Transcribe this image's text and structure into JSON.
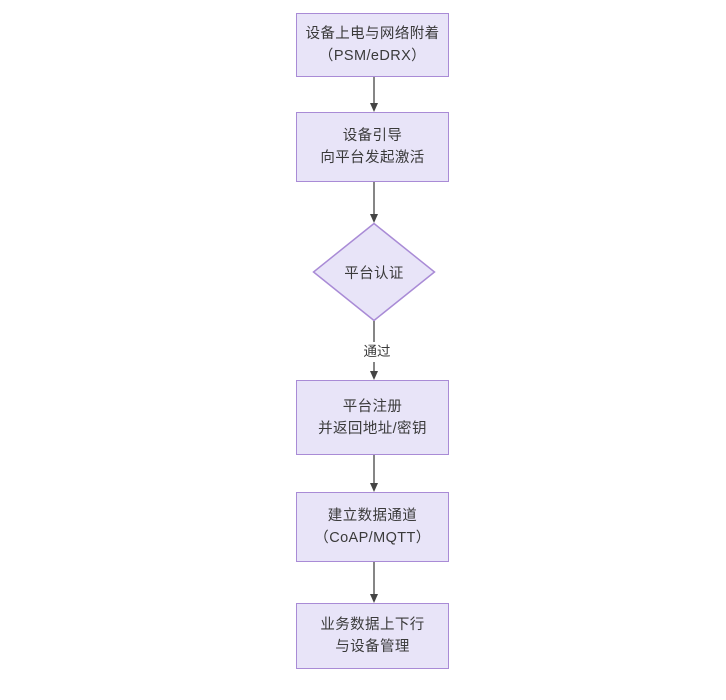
{
  "diagram": {
    "type": "flowchart",
    "orientation": "top-to-bottom",
    "background_color": "#ffffff",
    "node_fill_color": "#e8e4f8",
    "node_border_color": "#a98bd6",
    "text_color": "#3a3a3a",
    "connector_color": "#444444",
    "nodes": [
      {
        "id": "power-on",
        "shape": "rectangle",
        "lines": [
          "设备上电与网络附着",
          "（PSM/eDRX）"
        ]
      },
      {
        "id": "device-bootstrap",
        "shape": "rectangle",
        "lines": [
          "设备引导",
          "向平台发起激活"
        ]
      },
      {
        "id": "platform-auth",
        "shape": "diamond",
        "lines": [
          "平台认证"
        ]
      },
      {
        "id": "platform-register",
        "shape": "rectangle",
        "lines": [
          "平台注册",
          "并返回地址/密钥"
        ]
      },
      {
        "id": "data-channel",
        "shape": "rectangle",
        "lines": [
          "建立数据通道",
          "（CoAP/MQTT）"
        ]
      },
      {
        "id": "business-data",
        "shape": "rectangle",
        "lines": [
          "业务数据上下行",
          "与设备管理"
        ]
      }
    ],
    "edges": [
      {
        "id": "edge-1",
        "from": "power-on",
        "to": "device-bootstrap",
        "label": ""
      },
      {
        "id": "edge-2",
        "from": "device-bootstrap",
        "to": "platform-auth",
        "label": ""
      },
      {
        "id": "edge-3",
        "from": "platform-auth",
        "to": "platform-register",
        "label": "通过"
      },
      {
        "id": "edge-4",
        "from": "platform-register",
        "to": "data-channel",
        "label": ""
      },
      {
        "id": "edge-5",
        "from": "data-channel",
        "to": "business-data",
        "label": ""
      }
    ]
  }
}
